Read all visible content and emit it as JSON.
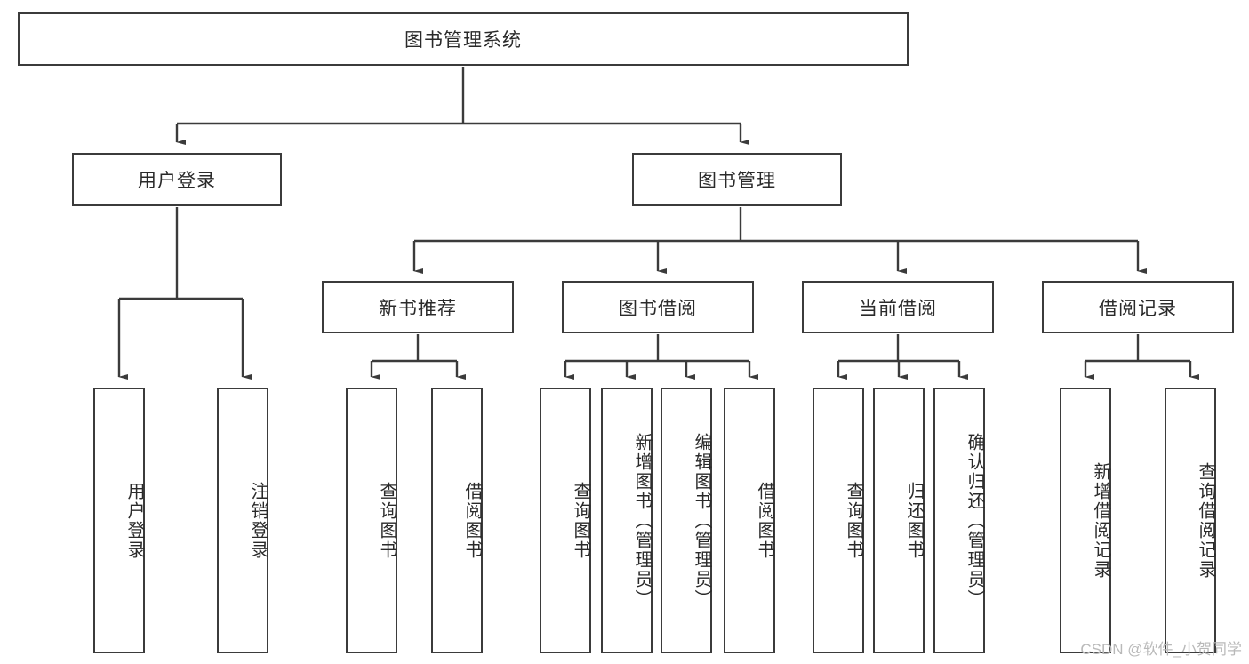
{
  "diagram": {
    "title": "图书管理系统",
    "type": "tree-hierarchy-diagram",
    "root": {
      "label": "图书管理系统"
    },
    "level2": [
      {
        "label": "用户登录"
      },
      {
        "label": "图书管理"
      }
    ],
    "level3": [
      {
        "label": "新书推荐"
      },
      {
        "label": "图书借阅"
      },
      {
        "label": "当前借阅"
      },
      {
        "label": "借阅记录"
      }
    ],
    "leaves": {
      "user_login": [
        {
          "label": "用户登录"
        },
        {
          "label": "注销登录"
        }
      ],
      "new_book_recommend": [
        {
          "label": "查询图书"
        },
        {
          "label": "借阅图书"
        }
      ],
      "book_borrow": [
        {
          "label": "查询图书"
        },
        {
          "label": "新增图书（管理员）"
        },
        {
          "label": "编辑图书（管理员）"
        },
        {
          "label": "借阅图书"
        }
      ],
      "current_borrow": [
        {
          "label": "查询图书"
        },
        {
          "label": "归还图书"
        },
        {
          "label": "确认归还（管理员）"
        }
      ],
      "borrow_record": [
        {
          "label": "新增借阅记录"
        },
        {
          "label": "查询借阅记录"
        }
      ]
    }
  },
  "watermark": {
    "text": "CSDN @软件_小贺同学"
  },
  "colors": {
    "stroke": "#3b3b3b",
    "text": "#2a2a2a",
    "background": "#ffffff",
    "watermark": "#b9b9b9"
  }
}
